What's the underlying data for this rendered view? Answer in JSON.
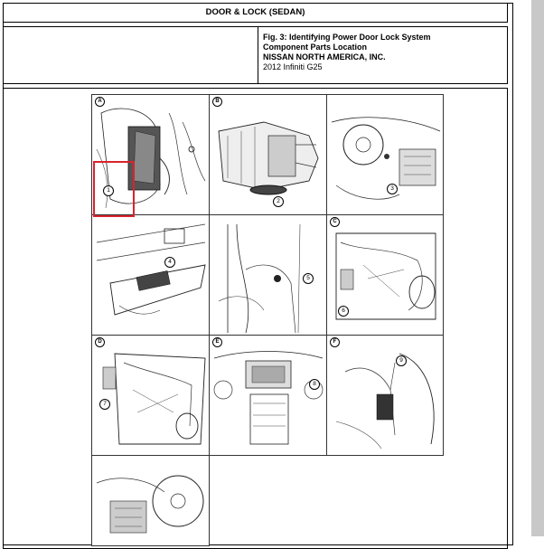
{
  "header": {
    "title": "DOOR & LOCK (SEDAN)"
  },
  "figure": {
    "caption_line1": "Fig. 3: Identifying Power Door Lock System",
    "caption_line2": "Component Parts Location",
    "company": "NISSAN NORTH AMERICA, INC.",
    "vehicle": "2012 Infiniti G25"
  },
  "panels": [
    {
      "letter": "A",
      "callout": "1"
    },
    {
      "letter": "B",
      "callout": "2"
    },
    {
      "letter": "",
      "callout": "3"
    },
    {
      "letter": "",
      "callout": "4"
    },
    {
      "letter": "",
      "callout": "5"
    },
    {
      "letter": "C",
      "callout": "6"
    },
    {
      "letter": "D",
      "callout": "7"
    },
    {
      "letter": "E",
      "callout": "8"
    },
    {
      "letter": "F",
      "callout": "9"
    },
    {
      "letter": "",
      "callout": ""
    }
  ],
  "colors": {
    "highlight": "#d9232e",
    "scrollbar": "#c8c8c8"
  }
}
